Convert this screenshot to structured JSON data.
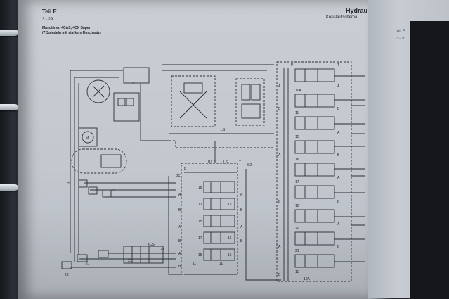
{
  "page": {
    "section_left": "Teil E",
    "page_number_left": "3 - 29",
    "machine_line_1": "Maschinen 4CAS, 4CX Super",
    "machine_line_2": "(7 Spindeln mit starkem Durchsatz)",
    "title_right": "Hydrau",
    "subtitle_right": "Kreislaufschema",
    "section_right": "Teil E",
    "page_number_right": "3 - 30"
  },
  "schematic": {
    "line_color": "#2a2f36",
    "dash_color": "#3a4048",
    "labels_left_valve": [
      "P",
      "P/LS",
      "LS",
      "T",
      "A",
      "B",
      "A",
      "B",
      "A",
      "B",
      "A",
      "B",
      "A",
      "B"
    ],
    "labels_numbers_left": [
      "18",
      "17",
      "15",
      "16",
      "16",
      "17",
      "15",
      "16",
      "11",
      "10",
      "4CS",
      "23",
      "21",
      "21",
      "26",
      "25",
      "2"
    ],
    "labels_right_valve": [
      "P",
      "T",
      "A",
      "B",
      "A",
      "B",
      "A",
      "B",
      "A",
      "B",
      "A",
      "B",
      "A",
      "B",
      "A",
      "B"
    ],
    "labels_numbers_right": [
      "10A",
      "11",
      "15",
      "16",
      "17",
      "12",
      "20",
      "21",
      "11",
      "10A"
    ],
    "labels_misc": [
      "PE",
      "LS",
      "S2",
      "M",
      "Z"
    ]
  }
}
